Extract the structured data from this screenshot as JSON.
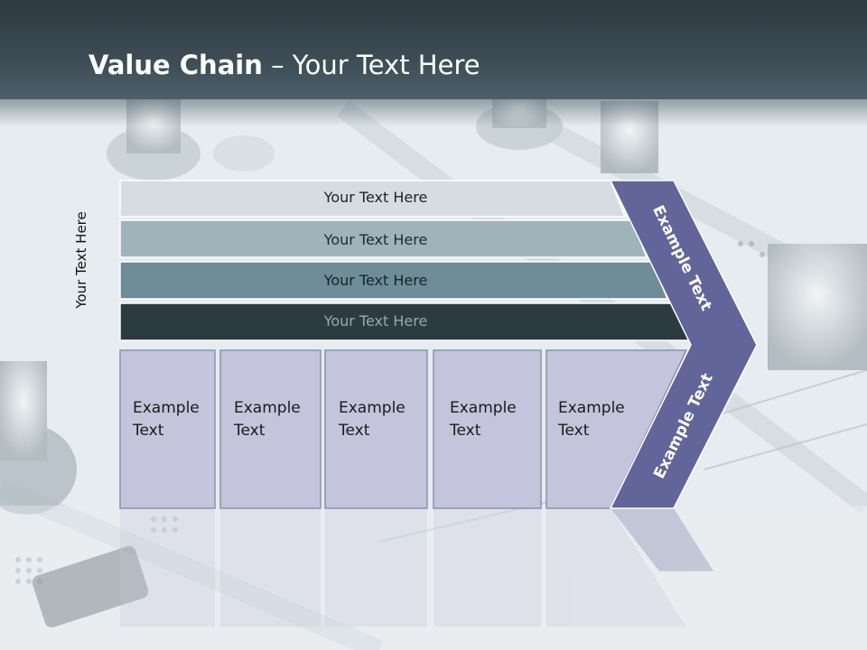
{
  "title": {
    "bold": "Value Chain",
    "rest": " – Your Text Here"
  },
  "side_label": "Your Text Here",
  "bars": [
    {
      "label": "Your Text Here",
      "fill": "#d6dde2",
      "text_color": "#222222"
    },
    {
      "label": "Your Text Here",
      "fill": "#9fb4ba",
      "text_color": "#1e2a2e"
    },
    {
      "label": "Your Text Here",
      "fill": "#6e8d96",
      "text_color": "#15232a"
    },
    {
      "label": "Your Text Here",
      "fill": "#2b3b40",
      "text_color": "#99a8ad"
    }
  ],
  "cells": [
    {
      "label": "Example Text"
    },
    {
      "label": "Example Text"
    },
    {
      "label": "Example Text"
    },
    {
      "label": "Example Text"
    },
    {
      "label": "Example Text"
    }
  ],
  "arrow": {
    "upper_label": "Example Text",
    "lower_label": "Example Text",
    "fill": "#62659a"
  },
  "cell_fill": "#c4c5dc"
}
